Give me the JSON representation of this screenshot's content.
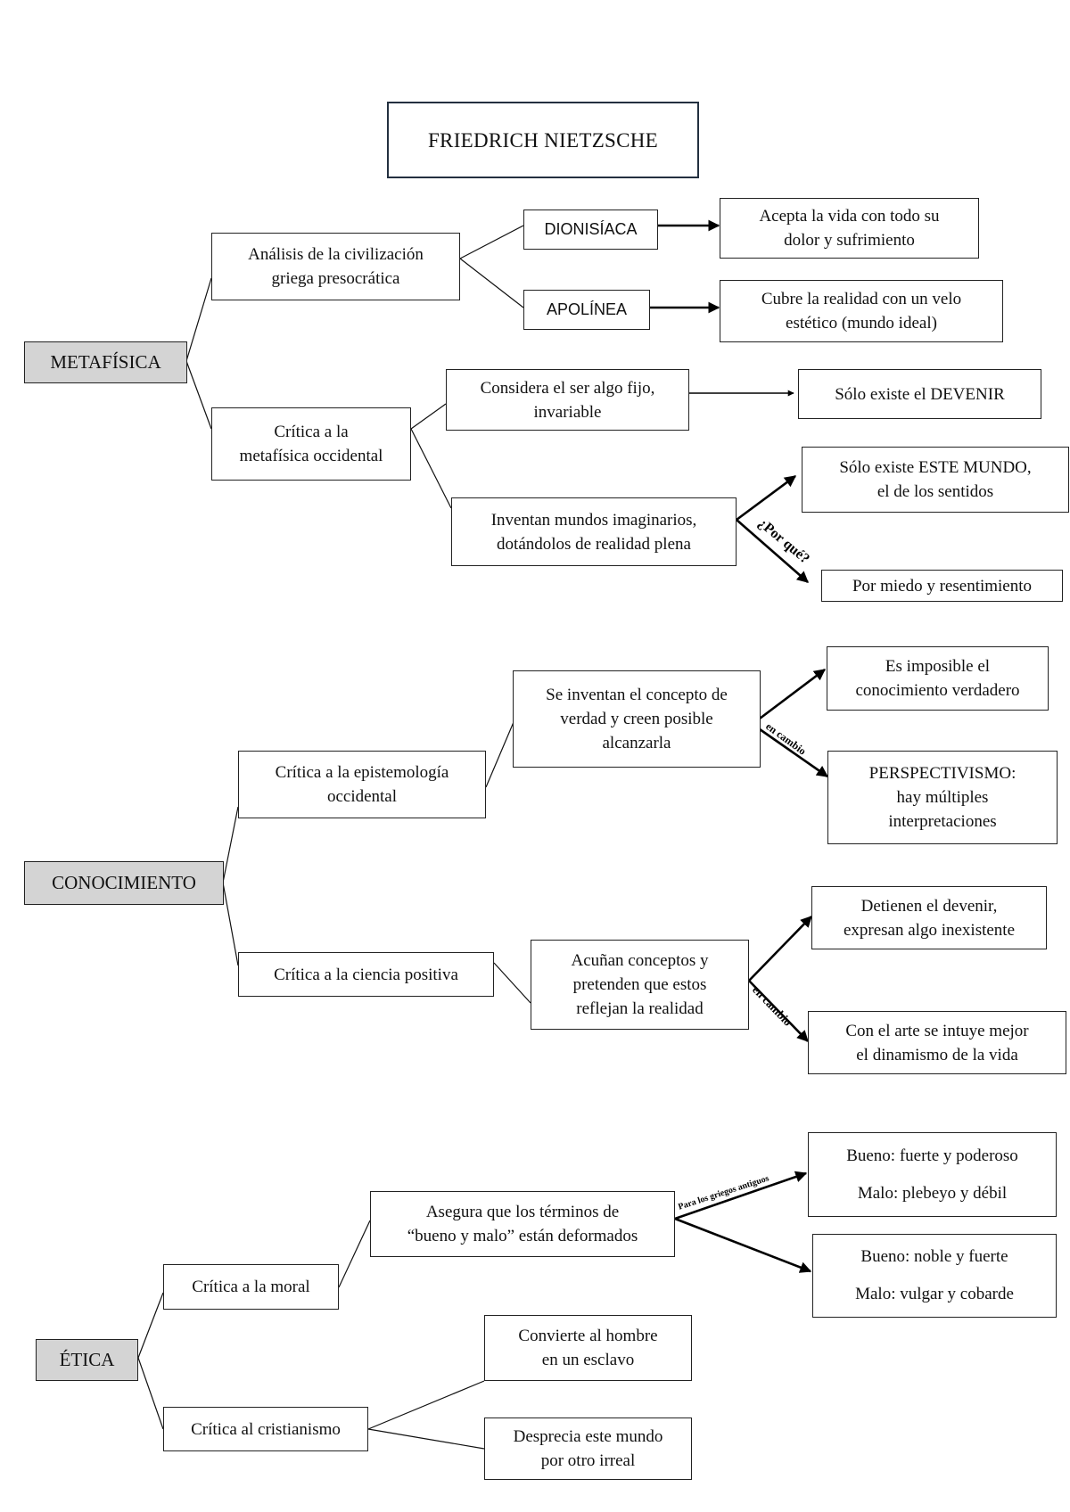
{
  "title": "FRIEDRICH NIETZSCHE",
  "metafisica": {
    "label": "METAFÍSICA",
    "analisis": {
      "lines": [
        "Análisis de la civilización",
        "griega presocrática"
      ]
    },
    "dionisiaca": {
      "label": "DIONISÍACA",
      "result": [
        "Acepta la vida con todo su",
        "dolor y sufrimiento"
      ]
    },
    "apolinea": {
      "label": "APOLÍNEA",
      "result": [
        "Cubre la realidad con un velo",
        "estético (mundo ideal)"
      ]
    },
    "critica": {
      "lines": [
        "Crítica a la",
        "metafísica occidental"
      ]
    },
    "considera": {
      "lines": [
        "Considera el ser algo fijo,",
        "invariable"
      ]
    },
    "devenir": {
      "lines": [
        "Sólo existe el DEVENIR"
      ]
    },
    "inventan": {
      "lines": [
        "Inventan mundos imaginarios,",
        "dotándolos de realidad plena"
      ]
    },
    "este_mundo": {
      "lines": [
        "Sólo existe ESTE MUNDO,",
        "el de los sentidos"
      ]
    },
    "miedo": {
      "lines": [
        "Por miedo y resentimiento"
      ]
    },
    "por_que_label": "¿Por qué?"
  },
  "conocimiento": {
    "label": "CONOCIMIENTO",
    "epistemologia": {
      "lines": [
        "Crítica a la epistemología",
        "occidental"
      ]
    },
    "verdad": {
      "lines": [
        "Se inventan el concepto de",
        "verdad y creen posible",
        "alcanzarla"
      ]
    },
    "imposible": {
      "lines": [
        "Es imposible el",
        "conocimiento verdadero"
      ]
    },
    "perspectivismo": {
      "lines": [
        "PERSPECTIVISMO:",
        "hay múltiples",
        "interpretaciones"
      ]
    },
    "en_cambio_1": "en cambio",
    "ciencia": {
      "lines": [
        "Crítica a la ciencia positiva"
      ]
    },
    "acunan": {
      "lines": [
        "Acuñan conceptos y",
        "pretenden que estos",
        "reflejan la realidad"
      ]
    },
    "detienen": {
      "lines": [
        "Detienen el devenir,",
        "expresan algo inexistente"
      ]
    },
    "arte": {
      "lines": [
        "Con el arte se intuye mejor",
        "el dinamismo de la vida"
      ]
    },
    "en_cambio_2": "en cambio"
  },
  "etica": {
    "label": "ÉTICA",
    "moral": {
      "lines": [
        "Crítica a la moral"
      ]
    },
    "asegura": {
      "lines": [
        "Asegura que los términos de",
        "“bueno y malo” están deformados"
      ]
    },
    "griegos_label": "Para los griegos antiguos",
    "bueno_fuerte": {
      "lines": [
        "Bueno: fuerte y poderoso",
        "Malo: plebeyo y débil"
      ]
    },
    "bueno_noble": {
      "lines": [
        "Bueno: noble y fuerte",
        "Malo: vulgar y cobarde"
      ]
    },
    "cristianismo": {
      "lines": [
        "Crítica al cristianismo"
      ]
    },
    "esclavo": {
      "lines": [
        "Convierte al hombre",
        "en un esclavo"
      ]
    },
    "desprecia": {
      "lines": [
        "Desprecia este mundo",
        "por otro irreal"
      ]
    }
  }
}
